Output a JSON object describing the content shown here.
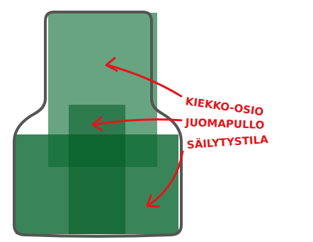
{
  "diagram": {
    "labels": [
      "KIEKKO-OSIO",
      "JUOMAPULLO",
      "SÄILYTYSTILA"
    ]
  }
}
